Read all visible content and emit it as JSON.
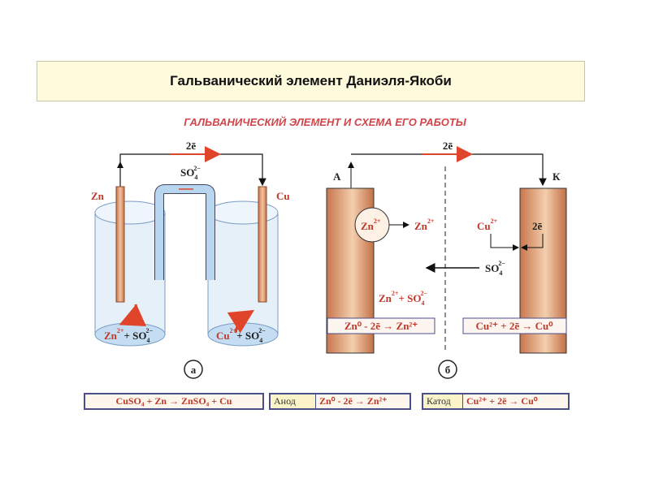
{
  "title": "Гальванический элемент Даниэля-Якоби",
  "subtitle": "ГАЛЬВАНИЧЕСКИЙ ЭЛЕМЕНТ И СХЕМА ЕГО РАБОТЫ",
  "left": {
    "electrons": "2ē",
    "bridge_ion": "SO",
    "bridge_ion_sub": "4",
    "bridge_ion_sup": "2−",
    "anode": "Zn",
    "cathode": "Cu",
    "left_sol": {
      "ion": "Zn",
      "sup": "2+",
      "rest": "+ SO",
      "sub": "4",
      "sup2": "2−"
    },
    "right_sol": {
      "ion": "Cu",
      "sup": "2+",
      "rest": "+ SO",
      "sub": "4",
      "sup2": "2−"
    },
    "panel": "а"
  },
  "right": {
    "electrons": "2ē",
    "anode": "А",
    "cathode": "К",
    "zn_circle": "Zn",
    "zn_sup": "2+",
    "zn_out": "Zn",
    "zn_out_sup": "2+",
    "cu": "Cu",
    "cu_sup": "2+",
    "e_cathode": "2ē",
    "so4": "SO",
    "so4_sub": "4",
    "so4_sup": "2−",
    "mix": {
      "ion": "Zn",
      "sup": "2+",
      "rest": "+ SO",
      "sub": "4",
      "sup2": "2−"
    },
    "anode_eq": "Zn⁰ - 2ē → Zn²⁺",
    "cathode_eq": "Cu²⁺ + 2ē → Cu⁰",
    "panel": "б"
  },
  "equations": {
    "overall": "CuSO₄ + Zn → ZnSO₄ + Cu",
    "anode_label": "Анод",
    "anode_eq": "Zn⁰ - 2ē → Zn²⁺",
    "cathode_label": "Катод",
    "cathode_eq": "Cu²⁺ + 2ē → Cu⁰"
  }
}
